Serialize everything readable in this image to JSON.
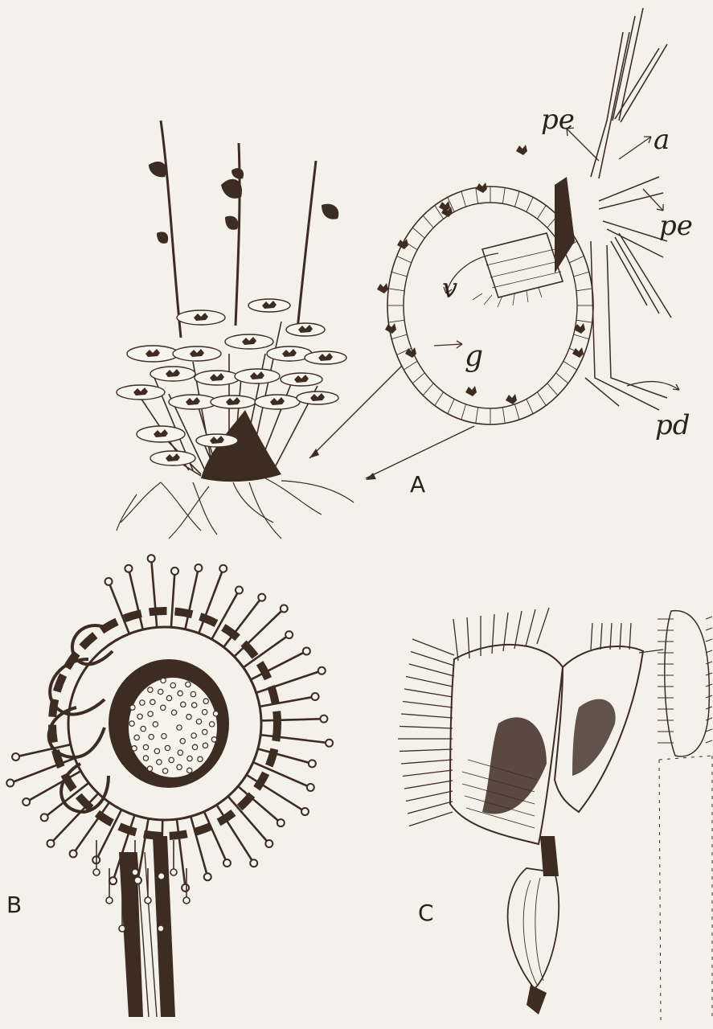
{
  "figure": {
    "panels": [
      {
        "id": "A",
        "label": "A"
      },
      {
        "id": "B",
        "label": "B"
      },
      {
        "id": "C",
        "label": "C"
      }
    ],
    "callouts": {
      "pe_top": "pe",
      "a": "a",
      "pe_right": "pe",
      "v": "v",
      "g": "g",
      "pd": "pd"
    }
  },
  "colors": {
    "ink": "#3d2c22",
    "paper": "#f4f1ea"
  }
}
